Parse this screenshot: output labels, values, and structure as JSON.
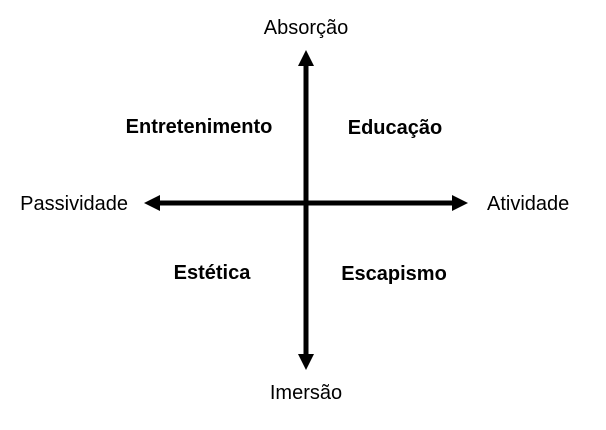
{
  "axes": {
    "top": "Absorção",
    "bottom": "Imersão",
    "left": "Passividade",
    "right": "Atividade"
  },
  "quadrants": {
    "top_left": "Entretenimento",
    "top_right": "Educação",
    "bottom_left": "Estética",
    "bottom_right": "Escapismo"
  },
  "colors": {
    "background": "#ffffff",
    "ink": "#000000"
  }
}
